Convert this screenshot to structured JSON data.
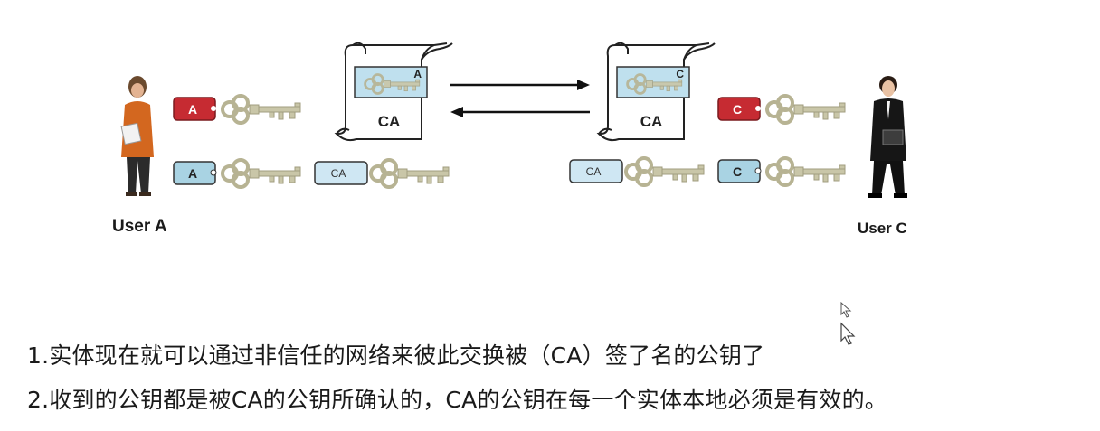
{
  "users": {
    "a": {
      "label": "User A"
    },
    "c": {
      "label": "User C"
    }
  },
  "certificates": {
    "left": {
      "label": "CA",
      "subject": "A"
    },
    "right": {
      "label": "CA",
      "subject": "C"
    }
  },
  "keys": {
    "a_private": {
      "tag": "A"
    },
    "a_public": {
      "tag": "A"
    },
    "ca_left": {
      "tag": "CA"
    },
    "ca_right": {
      "tag": "CA"
    },
    "c_private": {
      "tag": "C"
    },
    "c_public": {
      "tag": "C"
    }
  },
  "captions": {
    "line1": "1.实体现在就可以通过非信任的网络来彼此交换被（CA）签了名的公钥了",
    "line2": "2.收到的公钥都是被CA的公钥所确认的，CA的公钥在每一个实体本地必须是有效的。"
  },
  "colors": {
    "private_tag": "#c62b32",
    "public_tag": "#a9d3e3",
    "ca_tag": "#cfe7f3",
    "key": "#c9c6a8",
    "arrow": "#111111"
  }
}
